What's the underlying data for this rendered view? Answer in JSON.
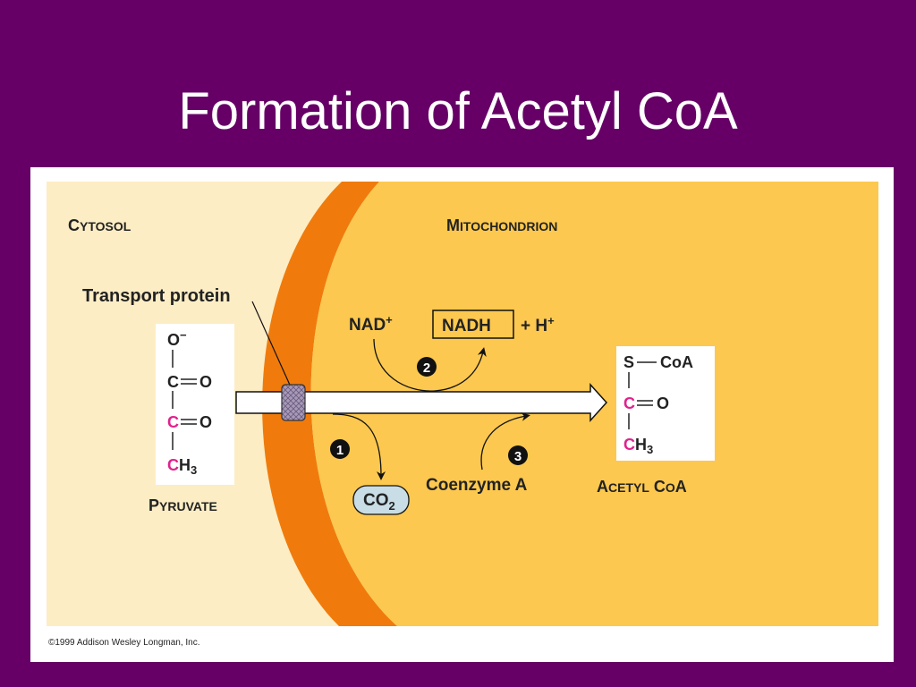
{
  "slide": {
    "title": "Formation of Acetyl CoA"
  },
  "diagram": {
    "cytosol": {
      "first": "C",
      "rest": "YTOSOL"
    },
    "mitochondrion": {
      "first": "M",
      "rest": "ITOCHONDRION"
    },
    "transport_protein": "Transport protein",
    "pyruvate": {
      "name_first": "P",
      "name_rest": "YRUVATE",
      "top": "O",
      "top_sup": "−",
      "carbon": "C",
      "oxygen": "O",
      "methyl_sub": "H",
      "methyl_digit": "3"
    },
    "acetyl_coa": {
      "name_first_a": "A",
      "name_rest_a": "CETYL",
      "name_first_b": "C",
      "name_rest_b": "O",
      "name_tail": "A",
      "sulfur": "S",
      "coa": "CoA",
      "carbon": "C",
      "oxygen": "O",
      "methyl_sub": "H",
      "methyl_digit": "3"
    },
    "nad": {
      "text": "NAD",
      "sup": "+"
    },
    "nadh": "NADH",
    "h_plus": {
      "text": "+ H",
      "sup": "+"
    },
    "co2": {
      "text": "CO",
      "sub": "2"
    },
    "coenzyme_a": "Coenzyme A",
    "steps": [
      "1",
      "2",
      "3"
    ],
    "copyright": "©1999 Addison Wesley Longman, Inc."
  },
  "colors": {
    "background": "#660066",
    "cytosol": "#fdedc4",
    "mitochondrion": "#fcc84f",
    "membrane": "#f07b0c",
    "highlight_carbon": "#e0228c",
    "co2_fill": "#c8dde6",
    "transport_protein": "#a79ab6"
  }
}
